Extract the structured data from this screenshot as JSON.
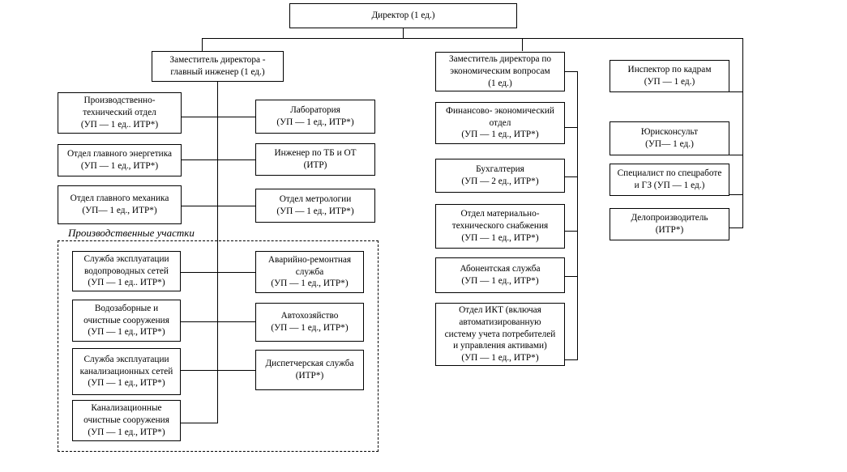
{
  "diagram": {
    "title_box": {
      "name": "director",
      "lines": [
        "Директор (1 ед.)"
      ]
    },
    "group_label": "Производственные участки",
    "branches": [
      {
        "id": "chief-engineer",
        "head": {
          "name": "deputy-chief-engineer",
          "lines": [
            "Заместитель директора -",
            "главный инженер (1 ед.)"
          ]
        },
        "left_children": [
          {
            "name": "production-technical-dept",
            "lines": [
              "Производственно-",
              "технический отдел",
              "(УП — 1 ед.. ИТР*)"
            ]
          },
          {
            "name": "chief-power-engineer-dept",
            "lines": [
              "Отдел главного энергетика",
              "(УП — 1 ед., ИТР*)"
            ]
          },
          {
            "name": "chief-mechanic-dept",
            "lines": [
              "Отдел главного механика",
              "(УП— 1 ед., ИТР*)"
            ]
          }
        ],
        "right_children": [
          {
            "name": "laboratory",
            "lines": [
              "Лаборатория",
              "(УП — 1 ед., ИТР*)"
            ]
          },
          {
            "name": "safety-engineer",
            "lines": [
              "Инженер по ТБ и ОТ",
              "(ИТР)"
            ]
          },
          {
            "name": "metrology-dept",
            "lines": [
              "Отдел метрологии",
              "(УП — 1 ед., ИТР*)"
            ]
          }
        ],
        "production_left": [
          {
            "name": "water-supply-network-service",
            "lines": [
              "Служба эксплуатации",
              "водопроводных сетей",
              "(УП — 1 ед.. ИТР*)"
            ]
          },
          {
            "name": "water-intake-treatment-facilities",
            "lines": [
              "Водозаборные и",
              "очистные сооружения",
              "(УП — 1 ед., ИТР*)"
            ]
          },
          {
            "name": "sewer-network-service",
            "lines": [
              "Служба эксплуатации",
              "канализационных сетей",
              "(УП — 1 ед., ИТР*)"
            ]
          },
          {
            "name": "sewage-treatment-facilities",
            "lines": [
              "Канализационные",
              "очистные сооружения",
              "(УП — 1 ед., ИТР*)"
            ]
          }
        ],
        "production_right": [
          {
            "name": "emergency-repair-service",
            "lines": [
              "Аварийно-ремонтная",
              "служба",
              "(УП — 1 ед., ИТР*)"
            ]
          },
          {
            "name": "motor-transport-service",
            "lines": [
              "Автохозяйство",
              "(УП — 1 ед., ИТР*)"
            ]
          },
          {
            "name": "dispatch-service",
            "lines": [
              "Диспетчерская служба",
              "(ИТР*)"
            ]
          }
        ]
      },
      {
        "id": "economics",
        "head": {
          "name": "deputy-director-economics",
          "lines": [
            "Заместитель директора по",
            "экономическим вопросам",
            "(1 ед.)"
          ]
        },
        "children": [
          {
            "name": "financial-economic-dept",
            "lines": [
              "Финансово- экономический",
              "отдел",
              "(УП — 1 ед., ИТР*)"
            ]
          },
          {
            "name": "accounting-dept",
            "lines": [
              "Бухгалтерия",
              "(УП — 2 ед., ИТР*)"
            ]
          },
          {
            "name": "material-technical-supply-dept",
            "lines": [
              "Отдел материально-",
              "технического снабжения",
              "(УП — 1 ед., ИТР*)"
            ]
          },
          {
            "name": "subscriber-service",
            "lines": [
              "Абонентская служба",
              "(УП — 1 ед., ИТР*)"
            ]
          },
          {
            "name": "ict-dept",
            "lines": [
              "Отдел ИКТ (включая",
              "автоматизированную",
              "систему учета потребителей",
              "и управления активами)",
              "(УП — 1 ед., ИТР*)"
            ]
          }
        ]
      },
      {
        "id": "direct-reports",
        "children": [
          {
            "name": "hr-inspector",
            "lines": [
              "Инспектор по кадрам",
              "(УП — 1 ед.)"
            ]
          },
          {
            "name": "legal-counsel",
            "lines": [
              "Юрисконсульт",
              "(УП— 1 ед.)"
            ]
          },
          {
            "name": "special-work-civil-defense-specialist",
            "lines": [
              "Специалист по спецработе",
              "и ГЗ (УП — 1 ед.)"
            ]
          },
          {
            "name": "clerk",
            "lines": [
              "Делопроизводитель",
              "(ИТР*)"
            ]
          }
        ]
      }
    ]
  }
}
